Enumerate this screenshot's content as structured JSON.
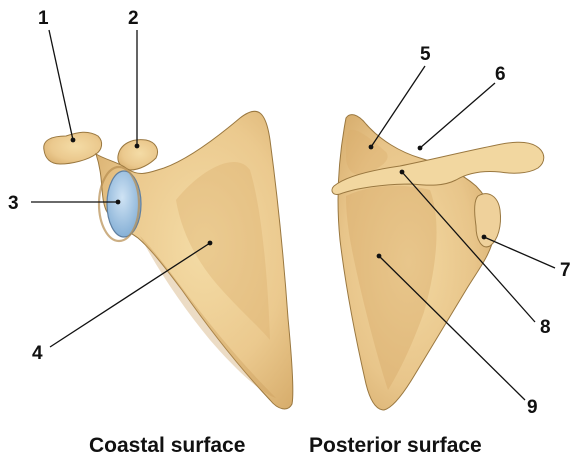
{
  "figure": {
    "labels": [
      "1",
      "2",
      "3",
      "4",
      "5",
      "6",
      "7",
      "8",
      "9"
    ],
    "captions": {
      "left": "Coastal surface",
      "right": "Posterior surface"
    }
  },
  "colors": {
    "bone_fill": "#ecc98d",
    "bone_shadow": "#c9a060",
    "bone_outline": "#8a6a3a",
    "glenoid_fill": "#a8c8e6",
    "leader_line": "#111111"
  }
}
